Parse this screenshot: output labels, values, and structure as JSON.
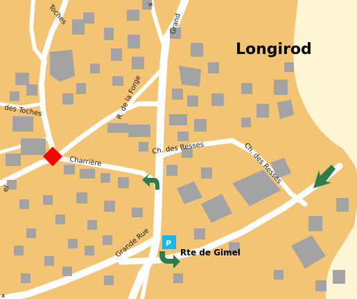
{
  "map": {
    "town_name": "Longirod",
    "street_labels": {
      "toches_top": "Toches",
      "des_toches": "des Toches",
      "grand": "Grand",
      "r_de_la_forge": "R. de la Forge",
      "charriere": "Charrière",
      "ch_des_resses_1": "Ch. des Resses",
      "ch_des_resses_2": "Ch. des Resses",
      "grande_rue": "Grande Rue",
      "rte_de_gimel": "Rte de Gimel",
      "el_left": "el",
      "x_top": "x"
    },
    "parking_symbol": "P",
    "colors": {
      "terrain": "#f2c474",
      "forest": "#fdf5d4",
      "road": "#ffffff",
      "building": "#a3a3a3",
      "marker": "#ff0000",
      "arrow": "#2e7b4b",
      "parking": "#1cb6e8"
    },
    "icons": {
      "location_marker": "red-diamond-marker-icon",
      "parking": "parking-icon",
      "arrows": [
        "green-turn-arrow-icon",
        "green-turn-arrow-icon",
        "green-diagonal-arrow-icon"
      ]
    }
  }
}
